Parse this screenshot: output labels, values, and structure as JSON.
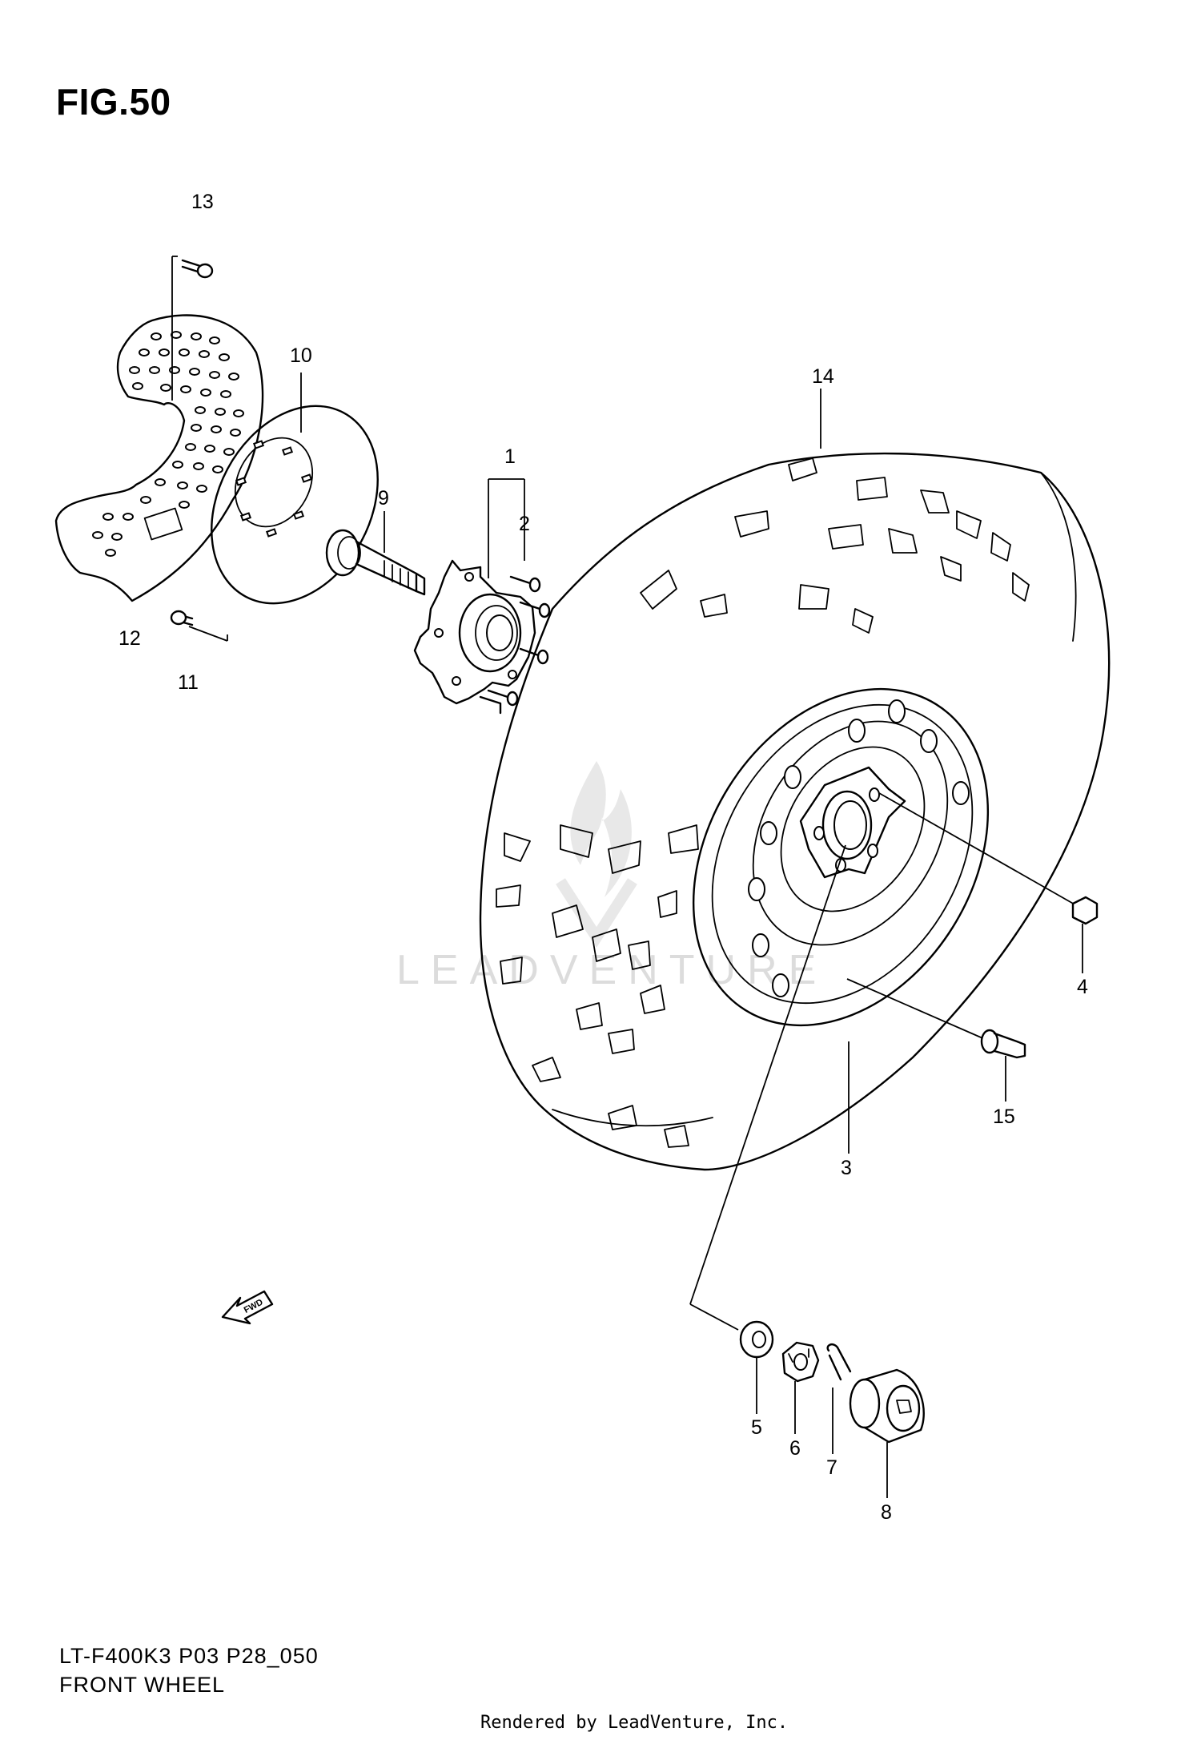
{
  "figure_title": "FIG.50",
  "model_code": "LT-F400K3 P03 P28_050",
  "section_title": "FRONT WHEEL",
  "rendered_by": "Rendered by LeadVenture, Inc.",
  "watermark_text": "LEADVENTURE",
  "fwd_label": "FWD",
  "callouts": {
    "c1": "1",
    "c2": "2",
    "c3": "3",
    "c4": "4",
    "c5": "5",
    "c6": "6",
    "c7": "7",
    "c8": "8",
    "c9": "9",
    "c10": "10",
    "c11": "11",
    "c12": "12",
    "c13": "13",
    "c14": "14",
    "c15": "15"
  },
  "colors": {
    "line": "#000000",
    "background": "#ffffff",
    "watermark": "#dcdcdc"
  }
}
